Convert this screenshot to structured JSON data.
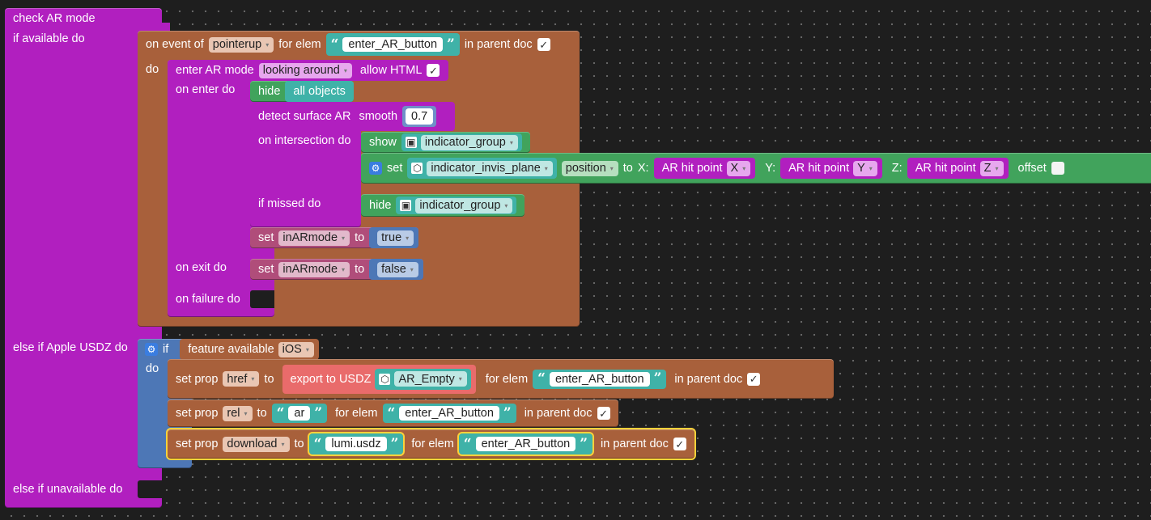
{
  "colors": {
    "purple": "#b11fbf",
    "brown": "#a8603b",
    "teal": "#3fb2a8",
    "green": "#41a35c",
    "pink": "#b04d7a",
    "blue": "#4d77b6",
    "red": "#e96b6b",
    "highlight": "#fbd23a"
  },
  "ar_block": {
    "title": "check AR mode",
    "if_available": "if available do",
    "else_usdz": "else if Apple USDZ do",
    "else_unavailable": "else if unavailable do"
  },
  "event_block": {
    "on_event": "on event of",
    "event": "pointerup",
    "for_elem": "for elem",
    "elem": "enter_AR_button",
    "in_parent": "in parent doc",
    "do": "do"
  },
  "enter_ar": {
    "label": "enter AR mode",
    "mode": "looking around",
    "allow_html": "allow HTML",
    "on_enter": "on enter do",
    "on_exit": "on exit do",
    "on_failure": "on failure do"
  },
  "hide_all": {
    "hide": "hide",
    "target": "all objects"
  },
  "detect": {
    "label": "detect surface AR",
    "smooth": "smooth",
    "smooth_value": "0.7",
    "on_intersection": "on intersection do",
    "if_missed": "if missed do"
  },
  "show_indicator": {
    "show": "show",
    "object": "indicator_group"
  },
  "set_position": {
    "set": "set",
    "object": "indicator_invis_plane",
    "property": "position",
    "to": "to",
    "x_label": "X:",
    "y_label": "Y:",
    "z_label": "Z:",
    "hit": "AR hit point",
    "x_axis": "X",
    "y_axis": "Y",
    "z_axis": "Z",
    "offset": "offset"
  },
  "hide_indicator": {
    "hide": "hide",
    "object": "indicator_group"
  },
  "set_var_true": {
    "set": "set",
    "var": "inARmode",
    "to": "to",
    "value": "true"
  },
  "set_var_false": {
    "set": "set",
    "var": "inARmode",
    "to": "to",
    "value": "false"
  },
  "usdz_if": {
    "if": "if",
    "feature": "feature available",
    "platform": "iOS",
    "do": "do"
  },
  "prop_href": {
    "set_prop": "set prop",
    "prop": "href",
    "to": "to",
    "export": "export to USDZ",
    "object": "AR_Empty",
    "for_elem": "for elem",
    "elem": "enter_AR_button",
    "in_parent": "in parent doc"
  },
  "prop_rel": {
    "set_prop": "set prop",
    "prop": "rel",
    "to": "to",
    "value": "ar",
    "for_elem": "for elem",
    "elem": "enter_AR_button",
    "in_parent": "in parent doc"
  },
  "prop_download": {
    "set_prop": "set prop",
    "prop": "download",
    "to": "to",
    "value": "lumi.usdz",
    "for_elem": "for elem",
    "elem": "enter_AR_button",
    "in_parent": "in parent doc"
  },
  "icons": {
    "quote_open": "“",
    "quote_close": "”",
    "check": "✓",
    "dropdown": "▾",
    "gear": "⚙",
    "cube": "⬡",
    "group": "▣"
  }
}
